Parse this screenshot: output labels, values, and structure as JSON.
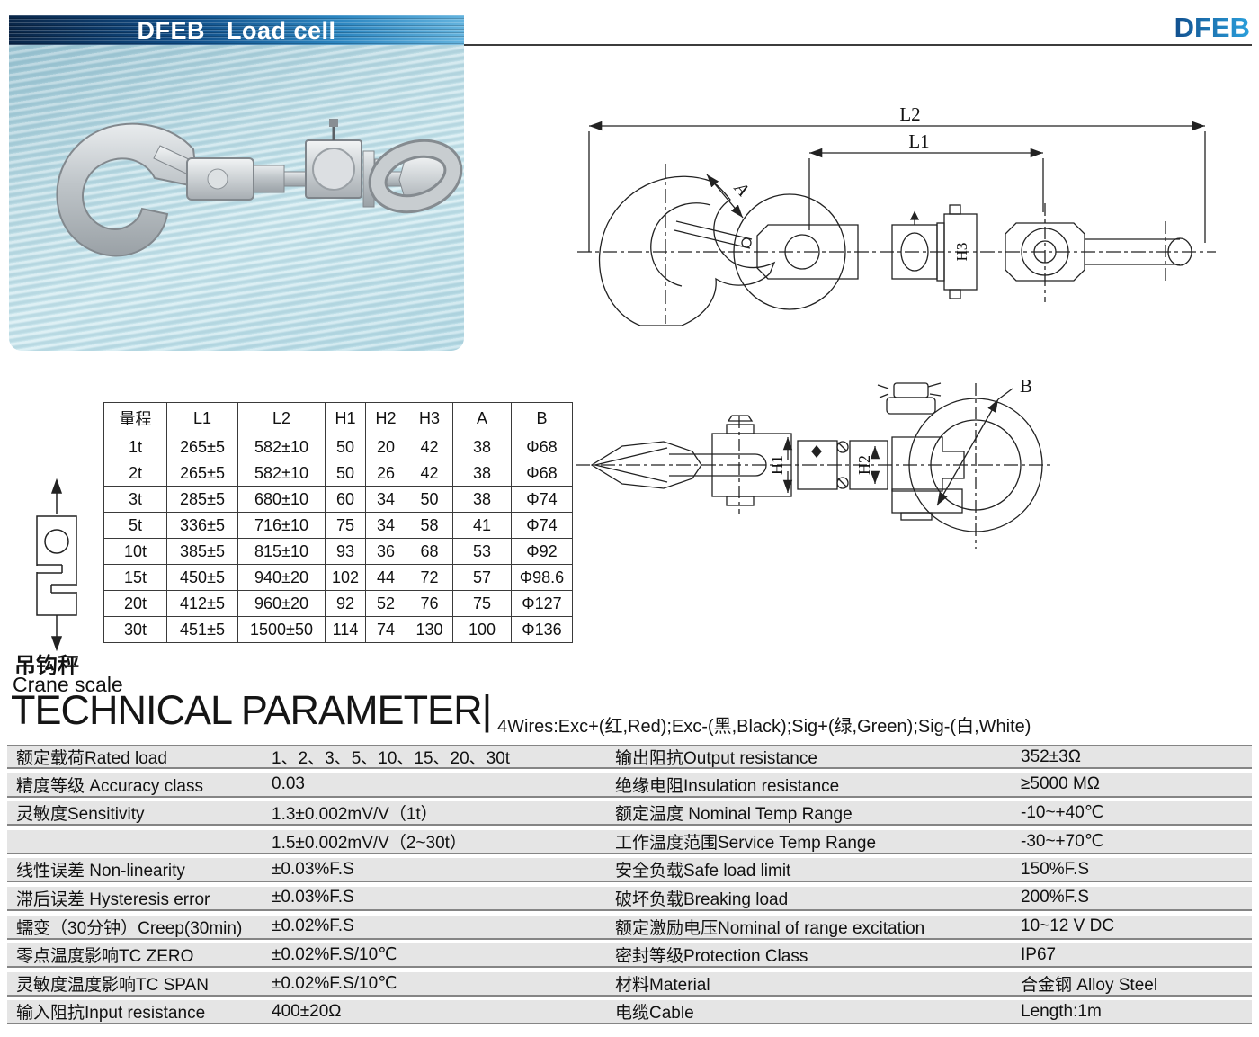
{
  "header": {
    "banner_title": "DFEB   Load cell",
    "brand": "DFEB"
  },
  "drawings": {
    "top": {
      "l2": "L2",
      "l1": "L1",
      "a": "A",
      "h3": "H3"
    },
    "bottom": {
      "b": "B",
      "h1": "H1",
      "h2": "H2"
    }
  },
  "crane_icon": {
    "label_cn": "吊钩秤",
    "label_en": "Crane scale"
  },
  "dimension_table": {
    "headers": [
      "量程",
      "L1",
      "L2",
      "H1",
      "H2",
      "H3",
      "A",
      "B"
    ],
    "rows": [
      [
        "1t",
        "265±5",
        "582±10",
        "50",
        "20",
        "42",
        "38",
        "Φ68"
      ],
      [
        "2t",
        "265±5",
        "582±10",
        "50",
        "26",
        "42",
        "38",
        "Φ68"
      ],
      [
        "3t",
        "285±5",
        "680±10",
        "60",
        "34",
        "50",
        "38",
        "Φ74"
      ],
      [
        "5t",
        "336±5",
        "716±10",
        "75",
        "34",
        "58",
        "41",
        "Φ74"
      ],
      [
        "10t",
        "385±5",
        "815±10",
        "93",
        "36",
        "68",
        "53",
        "Φ92"
      ],
      [
        "15t",
        "450±5",
        "940±20",
        "102",
        "44",
        "72",
        "57",
        "Φ98.6"
      ],
      [
        "20t",
        "412±5",
        "960±20",
        "92",
        "52",
        "76",
        "75",
        "Φ127"
      ],
      [
        "30t",
        "451±5",
        "1500±50",
        "114",
        "74",
        "130",
        "100",
        "Φ136"
      ]
    ]
  },
  "section": {
    "title": "TECHNICAL PARAMETER|",
    "wires_note": "4Wires:Exc+(红,Red);Exc-(黑,Black);Sig+(绿,Green);Sig-(白,White)"
  },
  "parameters": {
    "rows": [
      {
        "left_label": "额定载荷Rated load",
        "left_value": "1、2、3、5、10、15、20、30t",
        "right_label": "输出阻抗Output resistance",
        "right_value": "352±3Ω"
      },
      {
        "left_label": "精度等级 Accuracy class",
        "left_value": "0.03",
        "right_label": "绝缘电阻Insulation resistance",
        "right_value": "≥5000 MΩ"
      },
      {
        "left_label": "灵敏度Sensitivity",
        "left_value": "1.3±0.002mV/V（1t）",
        "right_label": "额定温度 Nominal Temp Range",
        "right_value": "-10~+40℃"
      },
      {
        "left_label": "",
        "left_value": "1.5±0.002mV/V（2~30t）",
        "right_label": "工作温度范围Service Temp Range",
        "right_value": "-30~+70℃"
      },
      {
        "left_label": "线性误差 Non-linearity",
        "left_value": "±0.03%F.S",
        "right_label": "安全负载Safe load limit",
        "right_value": "150%F.S"
      },
      {
        "left_label": "滞后误差 Hysteresis error",
        "left_value": "±0.03%F.S",
        "right_label": "破坏负载Breaking load",
        "right_value": "200%F.S"
      },
      {
        "left_label": "蠕变（30分钟）Creep(30min)",
        "left_value": "±0.02%F.S",
        "right_label": "额定激励电压Nominal of range excitation",
        "right_value": "10~12 V DC"
      },
      {
        "left_label": "零点温度影响TC ZERO",
        "left_value": "±0.02%F.S/10℃",
        "right_label": "密封等级Protection Class",
        "right_value": "IP67"
      },
      {
        "left_label": "灵敏度温度影响TC SPAN",
        "left_value": "±0.02%F.S/10℃",
        "right_label": "材料Material",
        "right_value": "合金钢 Alloy Steel"
      },
      {
        "left_label": "输入阻抗Input resistance",
        "left_value": "400±20Ω",
        "right_label": "电缆Cable",
        "right_value": "Length:1m"
      }
    ]
  },
  "colors": {
    "banner_dark": "#0a2648",
    "banner_light": "#63b3de",
    "brand_blue": "#1b74c4",
    "row_gray": "#e5e5e5",
    "line_gray": "#858585"
  }
}
